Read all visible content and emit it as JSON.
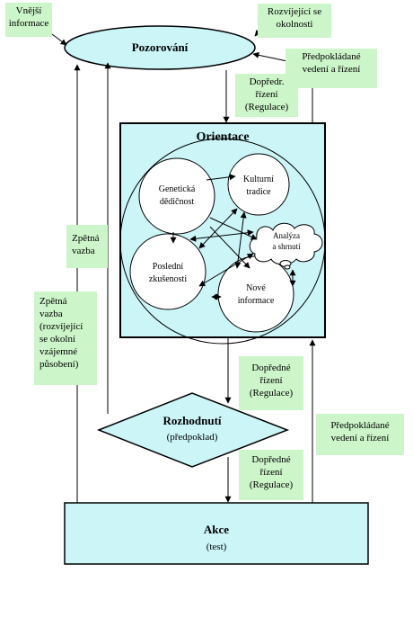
{
  "nodes": {
    "pozorovani": "Pozorování",
    "orientace": "Orientace",
    "geneticka": [
      "Genetická",
      "dědičnost"
    ],
    "kulturni": [
      "Kulturní",
      "tradice"
    ],
    "analyza": [
      "Analýza",
      "a shrnutí"
    ],
    "posledni": [
      "Poslední",
      "zkušenosti"
    ],
    "nove": [
      "Nové",
      "informace"
    ],
    "rozhodnuti": "Rozhodnutí",
    "rozhodnuti_sub": "(předpoklad)",
    "akce": "Akce",
    "akce_sub": "(test)"
  },
  "labels": {
    "vnejsi": [
      "Vnější",
      "informace"
    ],
    "rozvijejici": [
      "Rozvíjející se",
      "okolnosti"
    ],
    "predpokladane_top": [
      "Předpokládané",
      "vedení a řízení"
    ],
    "dopredr": [
      "Dopředr.",
      "řízení",
      "(Regulace)"
    ],
    "zpetna1": [
      "Zpětná",
      "vazba"
    ],
    "zpetna2": [
      "Zpětná",
      "vazba",
      "(rozvíjející",
      "se okolní",
      "vzájemné",
      "působení)"
    ],
    "dopredne1": [
      "Dopředné",
      "řízení",
      "(Regulace)"
    ],
    "predpokladane_bottom": [
      "Předpokládané",
      "vedení a řízení"
    ],
    "dopredne2": [
      "Dopředné",
      "řízení",
      "(Regulace)"
    ]
  },
  "colors": {
    "cyan": "#ccf5f8",
    "green": "#ccf5c9",
    "line": "#000000"
  }
}
